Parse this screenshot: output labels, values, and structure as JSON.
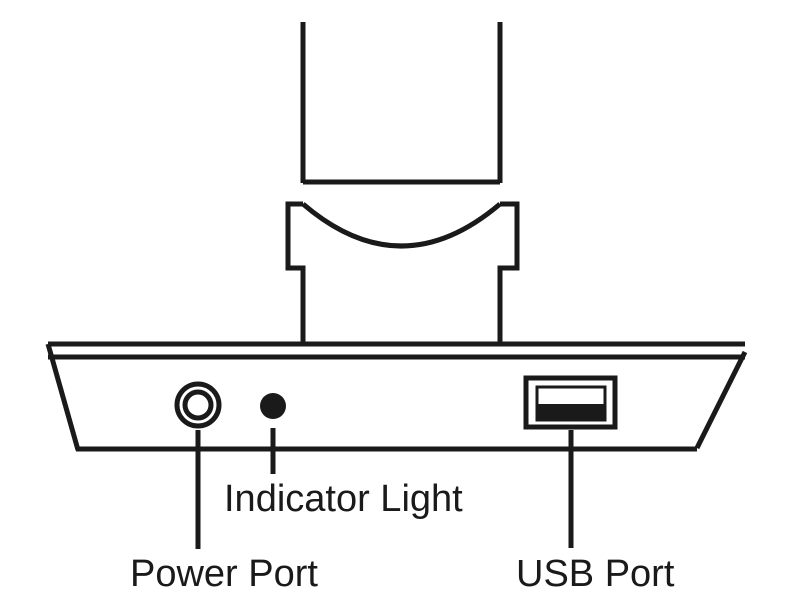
{
  "labels": {
    "indicator_light": "Indicator Light",
    "power_port": "Power Port",
    "usb_port": "USB Port"
  },
  "colors": {
    "stroke": "#1a1a1a",
    "background": "#ffffff"
  }
}
